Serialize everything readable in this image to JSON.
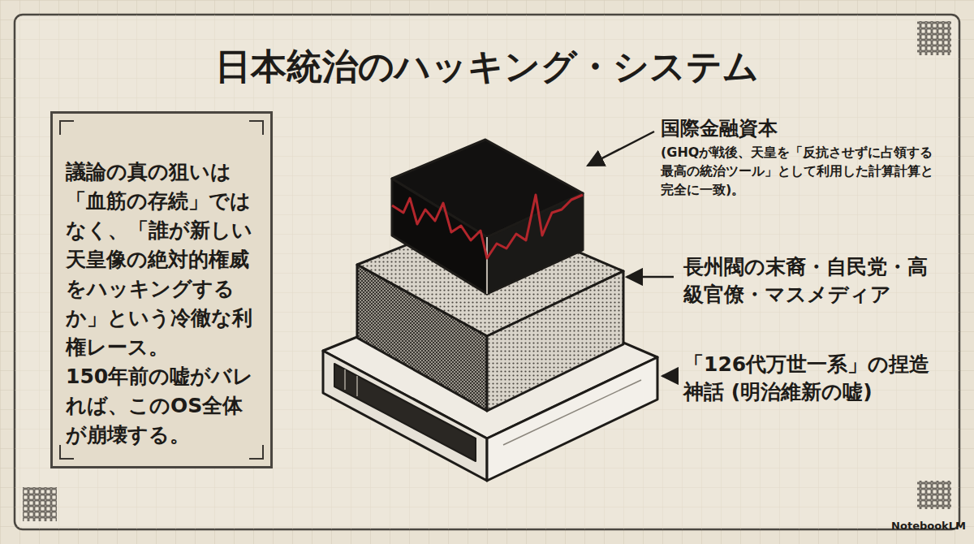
{
  "diagram": {
    "title": "日本統治のハッキング・システム",
    "nodes": [
      {
        "text": [
          "議論の真の狙いは「血筋の存続」ではなく、「誰が新しい天皇像の絶対的権威をハッキングするか」という冷徹な利権レース。",
          "150年前の嘘がバレれば、このOS全体が崩壊する。"
        ]
      }
    ],
    "labels": [
      "国際金融資本",
      "(GHQが戦後、天皇を「反抗させずに占領する最高の統治ツール」として利用した計算計算と完全に一致)。",
      "長州閥の末裔・自民党・高級官僚・マスメディア",
      "「126代万世一系」の捏造神話 (明治維新の嘘)",
      "NotebookLM"
    ]
  }
}
